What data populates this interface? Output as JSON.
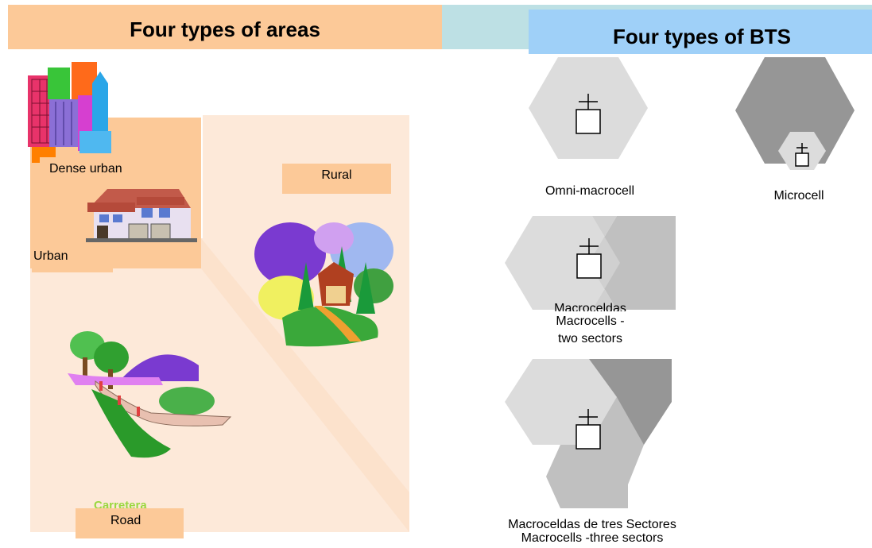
{
  "left_panel": {
    "title": "Four types of areas",
    "labels": {
      "dense_urban": "Dense urban",
      "urban": "Urban",
      "rural": "Rural",
      "road": "Road",
      "road_spanish": "Carretera"
    }
  },
  "right_panel": {
    "title": "Four types of BTS",
    "cells": {
      "omni": "Omni-macrocell",
      "micro": "Microcell",
      "two_sectors_spanish": "Macroceldas",
      "two_sectors_line1": "Macrocells -",
      "two_sectors_line2": "two sectors",
      "three_sectors_spanish": "Macroceldas de tres Sectores",
      "three_sectors": "Macrocells -three sectors"
    }
  },
  "colors": {
    "orange_header": "#fcc998",
    "blue_header": "#9fd0f8",
    "teal_band": "#bde0e4",
    "light_peach": "#fde9d9",
    "hex_light": "#dcdcdc",
    "hex_mid": "#c0c0c0",
    "hex_dark": "#969696"
  }
}
